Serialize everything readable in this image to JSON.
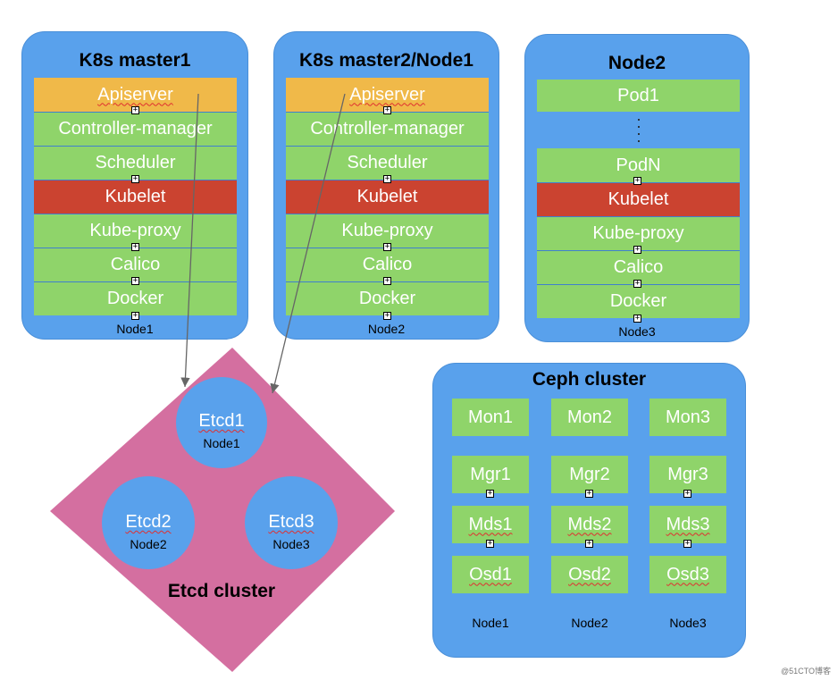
{
  "masters": [
    {
      "title": "K8s master1",
      "layers": [
        "Apiserver",
        "Controller-manager",
        "Scheduler",
        "Kubelet",
        "Kube-proxy",
        "Calico",
        "Docker"
      ],
      "node_label": "Node1"
    },
    {
      "title": "K8s master2/Node1",
      "layers": [
        "Apiserver",
        "Controller-manager",
        "Scheduler",
        "Kubelet",
        "Kube-proxy",
        "Calico",
        "Docker"
      ],
      "node_label": "Node2"
    }
  ],
  "node2": {
    "title": "Node2",
    "layers": [
      "Pod1",
      "PodN",
      "Kubelet",
      "Kube-proxy",
      "Calico",
      "Docker"
    ],
    "node_label": "Node3"
  },
  "etcd": {
    "title": "Etcd cluster",
    "members": [
      {
        "name": "Etcd1",
        "node": "Node1"
      },
      {
        "name": "Etcd2",
        "node": "Node2"
      },
      {
        "name": "Etcd3",
        "node": "Node3"
      }
    ]
  },
  "ceph": {
    "title": "Ceph cluster",
    "rows": [
      [
        "Mon1",
        "Mon2",
        "Mon3"
      ],
      [
        "Mgr1",
        "Mgr2",
        "Mgr3"
      ],
      [
        "Mds1",
        "Mds2",
        "Mds3"
      ],
      [
        "Osd1",
        "Osd2",
        "Osd3"
      ]
    ],
    "nodes": [
      "Node1",
      "Node2",
      "Node3"
    ]
  },
  "colors": {
    "panel": "#59a1ec",
    "green_layer": "#8fd46a",
    "apiserver": "#f0b949",
    "kubelet": "#cb4330",
    "etcd_diamond": "#d46fa0"
  },
  "watermark": "@51CTO博客"
}
